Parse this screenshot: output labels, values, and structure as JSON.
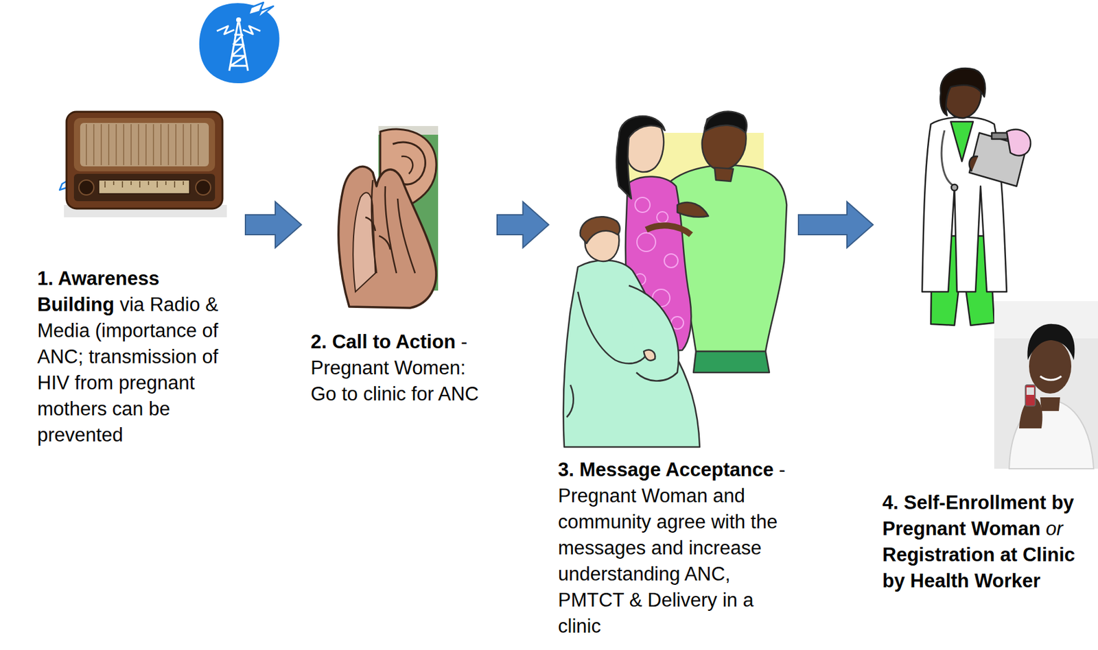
{
  "diagram": {
    "nodes": [
      {
        "text": [
          "1. Awareness Building",
          "via Radio & Media (importance of ANC; transmission of HIV from pregnant mothers can be prevented"
        ]
      },
      {
        "text": [
          "2. Call to Action",
          "- Pregnant Women: Go to clinic for ANC"
        ]
      },
      {
        "text": [
          "3. Message Acceptance",
          "- Pregnant Woman and community agree with the messages and increase understanding ANC, PMTCT & Delivery in a clinic"
        ]
      },
      {
        "text": [
          "4. Self-Enrollment by Pregnant Woman",
          "or",
          "Registration at Clinic by Health Worker"
        ]
      }
    ],
    "edges": [
      {
        "from": 0,
        "to": 1,
        "arrow": "to"
      },
      {
        "from": 1,
        "to": 2,
        "arrow": "to"
      },
      {
        "from": 2,
        "to": 3,
        "arrow": "to"
      }
    ]
  }
}
